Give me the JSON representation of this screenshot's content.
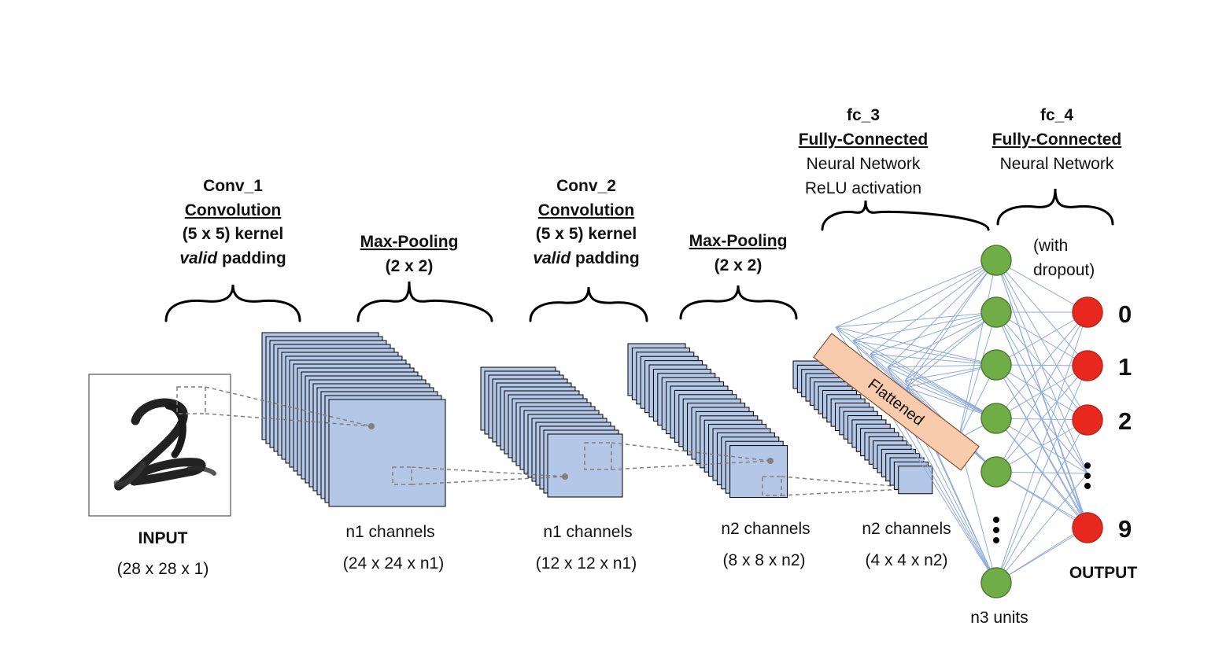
{
  "colors": {
    "feature_map_fill": "#b4c7e7",
    "hidden_node": "#70ad47",
    "output_node": "#e8281e",
    "connection_line": "#8faadc",
    "flatten_bar": "#f8cbad",
    "dashed_guide": "#7f7f7f"
  },
  "input": {
    "label": "INPUT",
    "dims": "(28 x 28 x 1)"
  },
  "conv1": {
    "name": "Conv_1",
    "type": "Convolution",
    "kernel": "(5 x 5) kernel",
    "padding_italic": "valid",
    "padding_rest": " padding",
    "output_channels": "n1 channels",
    "output_dims": "(24 x 24 x n1)"
  },
  "pool1": {
    "type": "Max-Pooling",
    "size": "(2 x 2)",
    "output_channels": "n1 channels",
    "output_dims": "(12 x 12 x n1)"
  },
  "conv2": {
    "name": "Conv_2",
    "type": "Convolution",
    "kernel": "(5 x 5) kernel",
    "padding_italic": "valid",
    "padding_rest": " padding",
    "output_channels": "n2 channels",
    "output_dims": "(8 x 8 x n2)"
  },
  "pool2": {
    "type": "Max-Pooling",
    "size": "(2 x 2)",
    "output_channels": "n2 channels",
    "output_dims": "(4 x 4 x n2)"
  },
  "flatten": {
    "label": "Flattened"
  },
  "fc3": {
    "name": "fc_3",
    "type": "Fully-Connected",
    "line1": "Neural Network",
    "line2": "ReLU activation",
    "units": "n3 units"
  },
  "fc4": {
    "name": "fc_4",
    "type": "Fully-Connected",
    "line1": "Neural Network",
    "note_line1": "(with",
    "note_line2": "dropout)"
  },
  "output": {
    "label": "OUTPUT",
    "digits": [
      "0",
      "1",
      "2",
      "9"
    ]
  }
}
